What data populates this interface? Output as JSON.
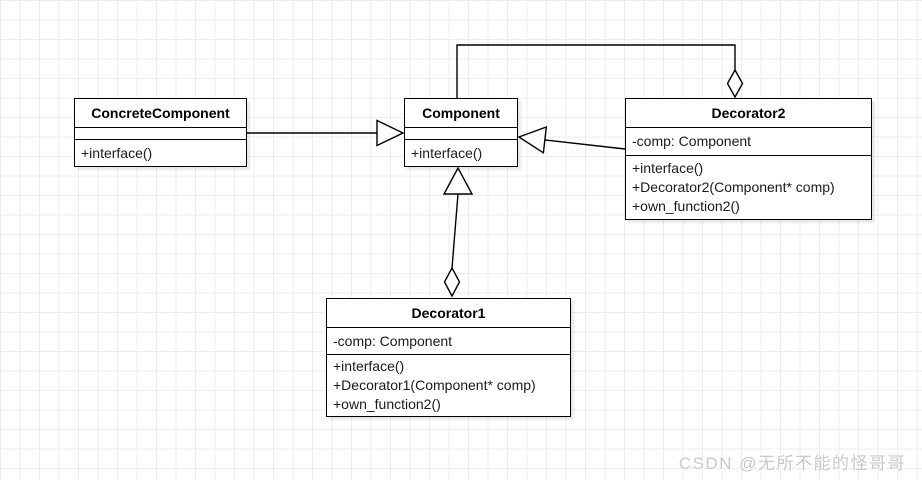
{
  "classes": {
    "concrete_component": {
      "name": "ConcreteComponent",
      "attributes": [],
      "methods": [
        "+interface()"
      ]
    },
    "component": {
      "name": "Component",
      "attributes": [],
      "methods": [
        "+interface()"
      ]
    },
    "decorator2": {
      "name": "Decorator2",
      "attributes": [
        "-comp: Component"
      ],
      "methods": [
        "+interface()",
        "+Decorator2(Component* comp)",
        "+own_function2()"
      ]
    },
    "decorator1": {
      "name": "Decorator1",
      "attributes": [
        "-comp: Component"
      ],
      "methods": [
        "+interface()",
        "+Decorator1(Component* comp)",
        "+own_function2()"
      ]
    }
  },
  "relationships": [
    {
      "type": "generalization",
      "from": "ConcreteComponent",
      "to": "Component"
    },
    {
      "type": "generalization",
      "from": "Decorator2",
      "to": "Component"
    },
    {
      "type": "generalization",
      "from": "Decorator1",
      "to": "Component"
    },
    {
      "type": "aggregation",
      "owner": "Decorator2",
      "part": "Component"
    },
    {
      "type": "aggregation",
      "owner": "Decorator1",
      "part": "Component"
    }
  ],
  "colors": {
    "stroke": "#000000",
    "grid": "#ededed",
    "watermark": "#c9c9c9"
  },
  "watermark": {
    "text": "CSDN @无所不能的怪哥哥"
  }
}
